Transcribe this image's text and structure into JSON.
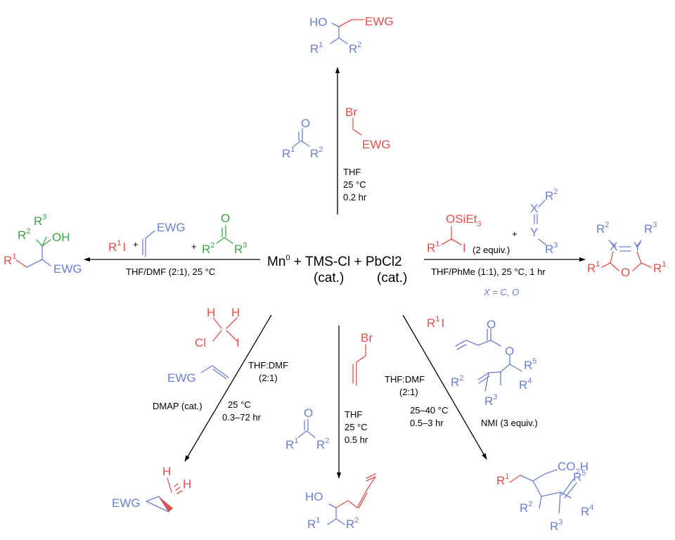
{
  "colors": {
    "substrate": "#6b7fcf",
    "reagent": "#e0514e",
    "third_component": "#3ea24a",
    "text": "#000000"
  },
  "center": {
    "mn": "Mn",
    "mn_sup": "0",
    "rest": " + TMS-Cl + PbCl2",
    "cat1": "(cat.)",
    "cat2": "(cat.)"
  },
  "top": {
    "reagent_br": "Br",
    "reagent_ewg": "EWG",
    "ketone_o": "O",
    "r": "R",
    "one": "1",
    "two": "2",
    "cond_1": "THF",
    "cond_2": "25 °C",
    "cond_3": "0.2 hr",
    "product_ho": "HO",
    "product_ewg": "EWG"
  },
  "left": {
    "r": "R",
    "one": "1",
    "two": "2",
    "three": "3",
    "iodo": "I",
    "plus": "+",
    "ewg": "EWG",
    "ketone_o": "O",
    "cond": "THF/DMF (2:1), 25 °C",
    "product_oh": "OH",
    "product_ewg": "EWG"
  },
  "right": {
    "osiet3": "OSiEt",
    "three": "3",
    "r": "R",
    "one": "1",
    "two": "2",
    "iodo": "I",
    "plus": "+",
    "x": "X",
    "y": "Y",
    "o": "O",
    "equiv": "(2 equiv.)",
    "cond": "THF/PhMe (1:1), 25 °C, 1 hr",
    "note": "X = C, O"
  },
  "lower_left": {
    "h": "H",
    "cl": "Cl",
    "iodo": "I",
    "ewg": "EWG",
    "dmap": "DMAP (cat.)",
    "cond_1": "THF:DMF",
    "cond_2": "(2:1)",
    "cond_3": "25 °C",
    "cond_4": "0.3–72 hr",
    "product_ewg": "EWG"
  },
  "lower_mid": {
    "br": "Br",
    "ketone_o": "O",
    "r": "R",
    "one": "1",
    "two": "2",
    "cond_1": "THF",
    "cond_2": "25 °C",
    "cond_3": "0.5 hr",
    "product_ho": "HO"
  },
  "lower_right": {
    "r": "R",
    "one": "1",
    "two": "2",
    "three": "3",
    "four": "4",
    "five": "5",
    "iodo": "I",
    "o": "O",
    "cond_1": "THF:DMF",
    "cond_2": "(2:1)",
    "cond_3": "25–40 °C",
    "cond_4": "0.5–3 hr",
    "nmi": "NMI (3 equiv.)",
    "co2h": "CO",
    "co2h_sub": "2",
    "co2h_h": "H"
  }
}
